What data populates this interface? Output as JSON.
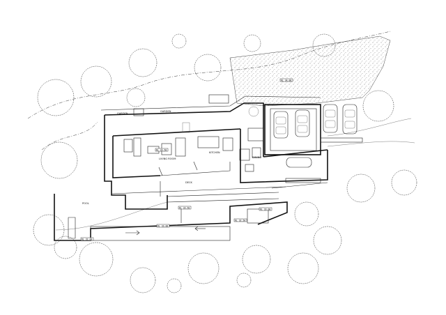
{
  "plan": {
    "labels": {
      "garden_left": "GARDEN",
      "garden_right": "GARDEN",
      "living_room": "LIVING ROOM",
      "kitchen": "KITCHEN",
      "deck": "DECK",
      "pool": "POOL",
      "dining": "DINING",
      "level_1": "RL 34.00",
      "level_2": "RL 33.50",
      "level_3": "RL 33.50",
      "level_4": "RL 33.00",
      "level_5": "RL 33.00",
      "level_6": "RL 32.50",
      "level_7": "RL 32.00"
    },
    "colors": {
      "ink": "#111111",
      "paper": "#ffffff"
    }
  }
}
